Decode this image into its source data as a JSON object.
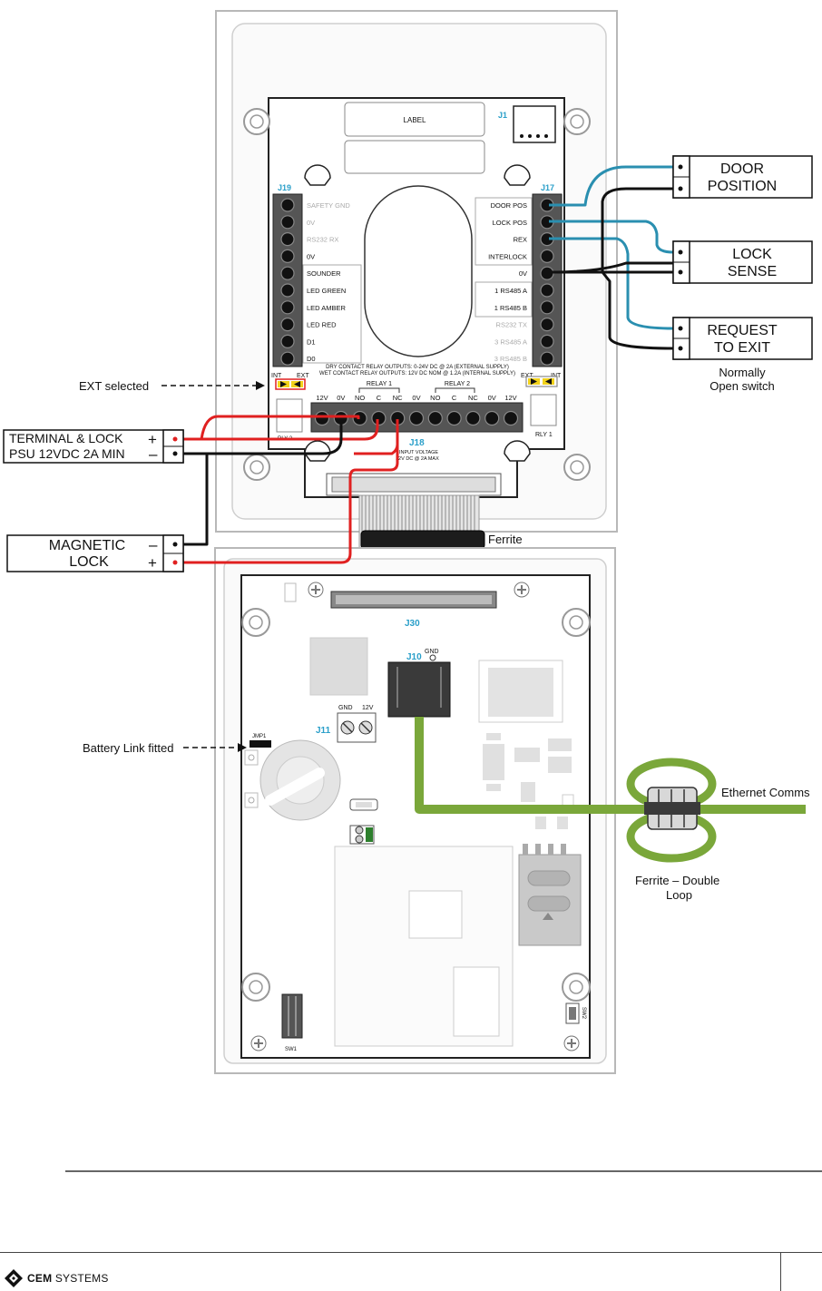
{
  "upper_board": {
    "label_box": "LABEL",
    "j1": "J1",
    "j19": "J19",
    "j17": "J17",
    "j18": "J18",
    "j18_note_1": "INPUT VOLTAGE",
    "j18_note_2": "12V DC @ 2A MAX",
    "j19_pins": [
      "SAFETY GND",
      "0V",
      "RS232 RX",
      "0V",
      "SOUNDER",
      "LED GREEN",
      "LED AMBER",
      "LED RED",
      "D1",
      "D0"
    ],
    "j17_pins": [
      "DOOR POS",
      "LOCK POS",
      "REX",
      "INTERLOCK",
      "0V",
      "1 RS485 A",
      "1 RS485 B",
      "RS232 TX",
      "3 RS485 A",
      "3 RS485 B"
    ],
    "relay_note_1": "DRY CONTACT RELAY OUTPUTS: 0-24V DC @ 2A (EXTERNAL SUPPLY)",
    "relay_note_2": "WET CONTACT RELAY OUTPUTS: 12V DC NOM @ 1.2A (INTERNAL SUPPLY)",
    "int_left": "INT",
    "ext_left": "EXT",
    "ext_right": "EXT",
    "int_right": "INT",
    "relay1": "RELAY 1",
    "relay2": "RELAY 2",
    "relay_pins": [
      "12V",
      "0V",
      "NO",
      "C",
      "NC",
      "0V",
      "NO",
      "C",
      "NC",
      "0V",
      "12V"
    ],
    "rly2": "RLY 2",
    "rly1": "RLY 1"
  },
  "lower_board": {
    "j30": "J30",
    "j10": "J10",
    "gnd_j10": "GND",
    "j11": "J11",
    "j11_gnd": "GND",
    "j11_12v": "12V",
    "jmp1": "JMP1",
    "sw1": "SW1",
    "sw2": "SW2"
  },
  "callouts": {
    "ext_selected": "EXT selected",
    "battery_link": "Battery Link fitted",
    "ferrite": "Ferrite",
    "ethernet": "Ethernet Comms",
    "ferrite_loop_1": "Ferrite – Double",
    "ferrite_loop_2": "Loop"
  },
  "devices": {
    "door_position": [
      "DOOR",
      "POSITION"
    ],
    "lock_sense": [
      "LOCK",
      "SENSE"
    ],
    "request_to_exit": [
      "REQUEST",
      "TO EXIT"
    ],
    "rte_note": [
      "Normally",
      "Open switch"
    ],
    "psu": [
      "TERMINAL & LOCK",
      "PSU 12VDC 2A MIN"
    ],
    "magnetic_lock": [
      "MAGNETIC",
      "LOCK"
    ],
    "plus": "+",
    "minus": "–"
  },
  "footer": {
    "brand_bold": "CEM",
    "brand_rest": " SYSTEMS"
  },
  "colors": {
    "wire_red": "#e02020",
    "wire_blue": "#2a8fb0",
    "wire_black": "#111111",
    "ethernet_green": "#7aa73a",
    "accent_blue": "#2a9fc9"
  }
}
